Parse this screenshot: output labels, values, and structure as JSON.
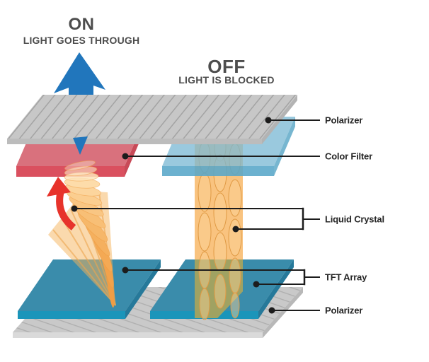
{
  "diagram": {
    "on_state": {
      "title": "ON",
      "subtitle": "LIGHT GOES THROUGH"
    },
    "off_state": {
      "title": "OFF",
      "subtitle": "LIGHT IS BLOCKED"
    },
    "layer_labels": {
      "polarizer_top": "Polarizer",
      "color_filter": "Color Filter",
      "liquid_crystal": "Liquid Crystal",
      "tft_array": "TFT Array",
      "polarizer_bottom": "Polarizer"
    },
    "colors": {
      "polarizer": "#c7c7c7",
      "color_filter_on": "#d9717d",
      "color_filter_off": "#7ab8d4",
      "tft_array": "#3a8cab",
      "liquid_crystal": "#f8bd71",
      "arrow_light": "#2176bc",
      "arrow_twist": "#e7332b",
      "leader_line": "#1c1c1c",
      "heading_text": "#4d4d4d",
      "label_text": "#262626"
    }
  }
}
